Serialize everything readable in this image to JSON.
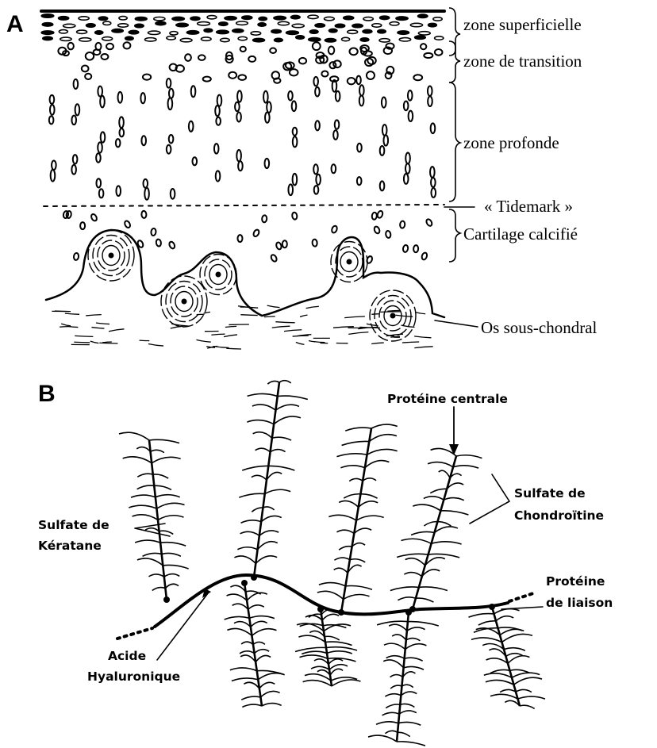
{
  "panel_a": {
    "letter": "A",
    "labels": {
      "superficial": "zone superficielle",
      "transition": "zone de transition",
      "deep": "zone profonde",
      "tidemark": "« Tidemark »",
      "calcified": "Cartilage calcifié",
      "bone": "Os sous-chondral"
    }
  },
  "panel_b": {
    "letter": "B",
    "labels": {
      "core_protein": "Protéine centrale",
      "chondroitin_1": "Sulfate de",
      "chondroitin_2": "Chondroïtine",
      "keratan_1": "Sulfate de",
      "keratan_2": "Kératane",
      "link_protein_1": "Protéine",
      "link_protein_2": "de liaison",
      "hyaluronic_1": "Acide",
      "hyaluronic_2": "Hyaluronique"
    }
  }
}
